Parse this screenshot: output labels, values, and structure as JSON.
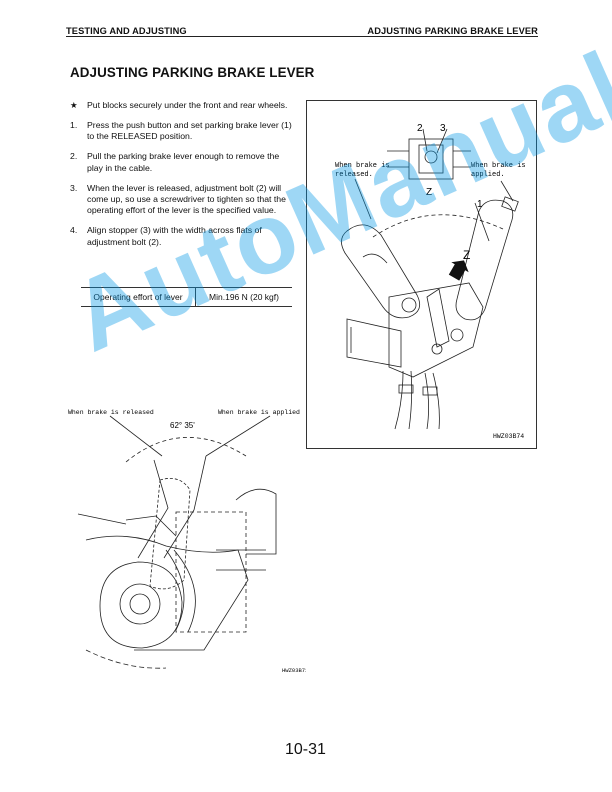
{
  "header": {
    "left": "TESTING AND ADJUSTING",
    "right": "ADJUSTING PARKING BRAKE LEVER"
  },
  "title": "ADJUSTING PARKING BRAKE LEVER",
  "intro": {
    "bullet": "★",
    "text": "Put blocks securely under the front and rear wheels."
  },
  "steps": [
    {
      "num": "1.",
      "text": "Press the push button and set parking brake lever (1) to the RELEASED position."
    },
    {
      "num": "2.",
      "text": "Pull the parking brake lever enough to remove the play in the cable."
    },
    {
      "num": "3.",
      "text": "When the lever is released, adjustment bolt (2) will come up, so use a screwdriver to tighten so that the operating effort of the lever is the specified value."
    },
    {
      "num": "4.",
      "text": "Align stopper (3) with the width across flats of adjustment bolt (2)."
    }
  ],
  "spec_table": {
    "label": "Operating effort of lever",
    "value": "Min.196 N (20 kgf)"
  },
  "figure_right": {
    "callout_2": "2",
    "callout_3": "3",
    "callout_1": "1",
    "view_z_small": "Z",
    "view_z_large": "Z",
    "released_line1": "When brake is",
    "released_line2": "released.",
    "applied_line1": "When brake is",
    "applied_line2": "applied.",
    "figure_id": "HWZ03B74"
  },
  "figure_bottom": {
    "released": "When brake is released",
    "applied": "When brake is applied",
    "angle": "62° 35'",
    "figure_id": "HWZ03B73"
  },
  "page_number": "10-31",
  "watermark": "AutoManual"
}
